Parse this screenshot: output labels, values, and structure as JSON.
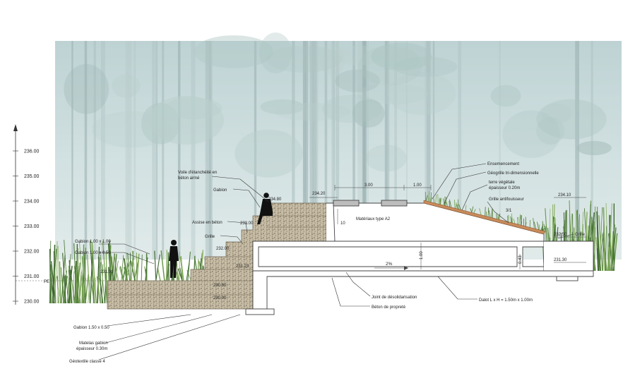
{
  "scale": {
    "ticks": [
      "236.00",
      "235.00",
      "234.00",
      "233.00",
      "232.00",
      "231.00",
      "230.00"
    ],
    "pe_label": "PE"
  },
  "levels": {
    "l234_80": "234.80",
    "l234_20": "234.20",
    "l233_00": "233.00",
    "l232_00": "232.00",
    "l231_23": "231.23",
    "l231_00": "231.00",
    "l230_50": "230.50",
    "l230_00": "230.00",
    "l234_10": "234.10",
    "l232_50": "232.50",
    "l231_30": "231.30"
  },
  "labels_left": {
    "voile": "Voile d'étanchéité en béton armé",
    "gabion": "Gabion",
    "assise": "Assise en béton",
    "grille": "Grille",
    "gabion_100": "Gabion 1.00 x 1.00",
    "gabion_100_050": "Gabion 1.00 x 0.50"
  },
  "labels_bottom": {
    "gabion_150": "Gabion 1.50 x 0.50",
    "matelas": "Matelas gabion épaisseur 0.30m",
    "geotextile": "Géotextile classe 4"
  },
  "labels_right": {
    "ensemencement": "Ensemencement",
    "geogrille": "Géogrille tri-dimensionnelle",
    "terre": "terre végétale épaisseur 0.20m",
    "grille_anti": "Grille antifouisseur",
    "grille_r": "Grille",
    "slope": "3/1"
  },
  "labels_center": {
    "materiaux": "Matériaux type A2",
    "joint": "Joint de désolidarisation",
    "beton": "Béton de propreté",
    "dalot": "Dalot L x H = 1.50m x 1.00m",
    "slope_pct": "2%",
    "dim_300": "3.00",
    "dim_100": "1.00",
    "dim_10": "10",
    "dim_h100": "1.00",
    "dim_043": "0.43"
  }
}
